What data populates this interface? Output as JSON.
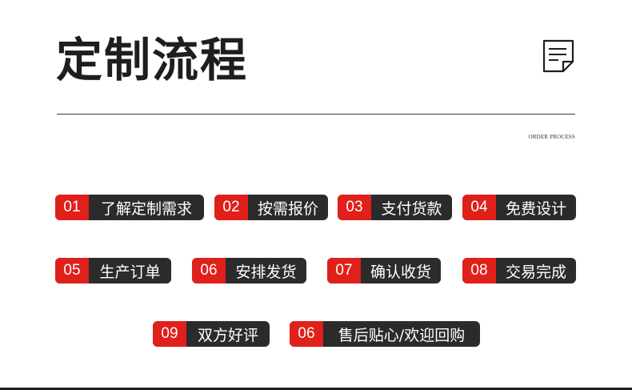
{
  "header": {
    "title": "定制流程",
    "subtitle": "ORDER PROCESS"
  },
  "steps": [
    {
      "num": "01",
      "label": "了解定制需求"
    },
    {
      "num": "02",
      "label": "按需报价"
    },
    {
      "num": "03",
      "label": "支付货款"
    },
    {
      "num": "04",
      "label": "免费设计"
    },
    {
      "num": "05",
      "label": "生产订单"
    },
    {
      "num": "06",
      "label": "安排发货"
    },
    {
      "num": "07",
      "label": "确认收货"
    },
    {
      "num": "08",
      "label": "交易完成"
    },
    {
      "num": "09",
      "label": "双方好评"
    },
    {
      "num": "06",
      "label": "售后贴心/欢迎回购"
    }
  ],
  "colors": {
    "accent": "#e0201a",
    "dark": "#2b2b2b",
    "text": "#1e1e1e"
  },
  "icons": {
    "header": "document-icon"
  }
}
